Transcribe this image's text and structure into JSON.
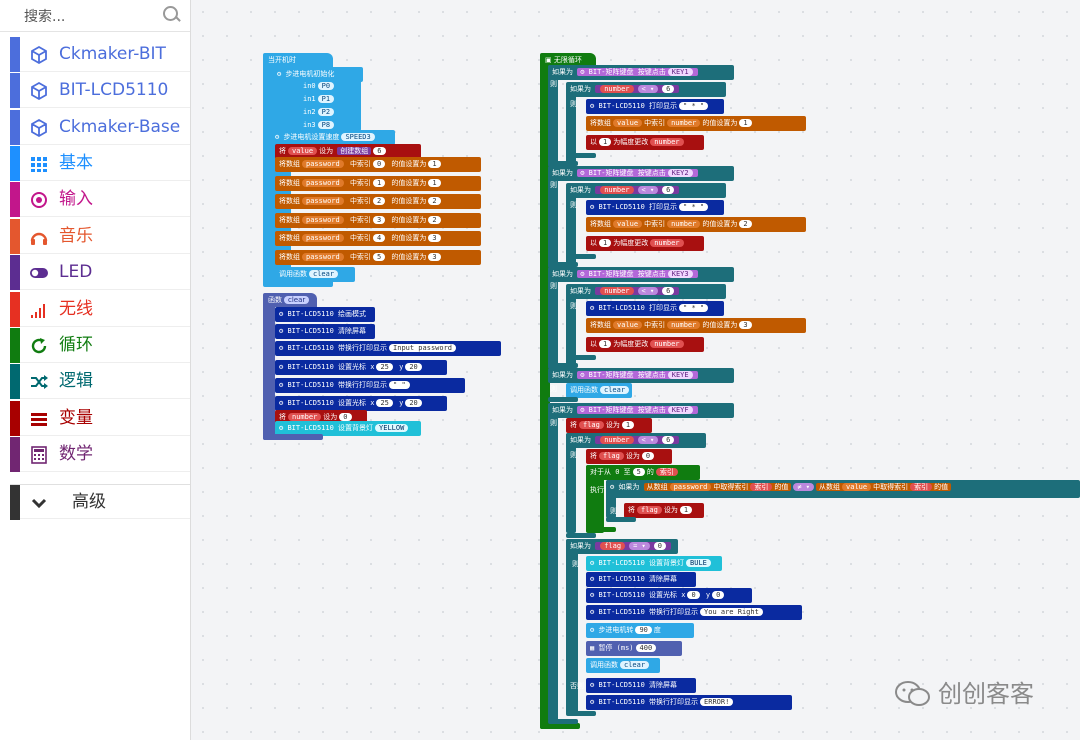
{
  "toolbox": {
    "search_placeholder": "搜索...",
    "categories": [
      {
        "label": "Ckmaker-BIT",
        "color": "#4c6edc",
        "icon": "cube-icon"
      },
      {
        "label": "BIT-LCD5110",
        "color": "#4c6edc",
        "icon": "cube-icon"
      },
      {
        "label": "Ckmaker-Base",
        "color": "#4c6edc",
        "icon": "cube-icon"
      },
      {
        "label": "基本",
        "color": "#1e90ff",
        "icon": "grid-icon"
      },
      {
        "label": "输入",
        "color": "#c2168b",
        "icon": "target-icon"
      },
      {
        "label": "音乐",
        "color": "#e4572e",
        "icon": "headphones-icon"
      },
      {
        "label": "LED",
        "color": "#5c2d91",
        "icon": "toggle-icon"
      },
      {
        "label": "无线",
        "color": "#e63022",
        "icon": "signal-icon"
      },
      {
        "label": "循环",
        "color": "#107c10",
        "icon": "refresh-icon"
      },
      {
        "label": "逻辑",
        "color": "#006970",
        "icon": "shuffle-icon"
      },
      {
        "label": "变量",
        "color": "#a80000",
        "icon": "list-icon"
      },
      {
        "label": "数学",
        "color": "#712672",
        "icon": "calculator-icon"
      },
      {
        "label": "高级",
        "color": "#333333",
        "icon": "chevron-down-icon"
      }
    ]
  },
  "onstart": {
    "hat": "当开机时",
    "init": "步进电机初始化",
    "pins": [
      {
        "k": "in0",
        "v": "P0"
      },
      {
        "k": "in1",
        "v": "P1"
      },
      {
        "k": "in2",
        "v": "P2"
      },
      {
        "k": "in3",
        "v": "P8"
      }
    ],
    "speed": {
      "label": "步进电机设置速度",
      "v": "SPEED3"
    },
    "setvar": {
      "a": "将",
      "var": "value",
      "b": "设为",
      "c": "创建数组",
      "n": "6"
    },
    "arr_rows": [
      {
        "i": "0",
        "v": "1"
      },
      {
        "i": "1",
        "v": "1"
      },
      {
        "i": "2",
        "v": "2"
      },
      {
        "i": "3",
        "v": "2"
      },
      {
        "i": "4",
        "v": "3"
      },
      {
        "i": "5",
        "v": "3"
      }
    ],
    "arr_prefix": "将数组",
    "arr_name": "password",
    "arr_mid": "中索引",
    "arr_suffix": "的值设置为",
    "call": "调用函数",
    "call_name": "clear"
  },
  "clearfn": {
    "hat": "函数",
    "name": "clear",
    "rows": [
      {
        "t": "BIT-LCD5110 绘画模式"
      },
      {
        "t": "BIT-LCD5110 清除屏幕"
      },
      {
        "t": "BIT-LCD5110 带换行打印显示",
        "s": "Input password"
      },
      {
        "t": "BIT-LCD5110 设置光标 x",
        "x": "25",
        "y": "20"
      },
      {
        "t": "BIT-LCD5110 带换行打印显示",
        "s": "\" \""
      },
      {
        "t": "BIT-LCD5110 设置光标 x",
        "x": "25",
        "y": "20"
      }
    ],
    "set": {
      "a": "将",
      "var": "number",
      "b": "设为",
      "v": "0"
    },
    "bl": {
      "t": "BIT-LCD5110 设置背景灯",
      "v": "YELLOW"
    }
  },
  "forever": {
    "hat": "无限循环",
    "if": "如果为",
    "then": "则",
    "else": "否则",
    "key_prefix": "BIT-矩阵键盘 按键点击",
    "keys": [
      "KEY1",
      "KEY2",
      "KEY3",
      "KEYE",
      "KEYF"
    ],
    "num_var": "number",
    "lt": "< ▾",
    "six": "6",
    "print": "BIT-LCD5110 打印显示",
    "star": "\" * \"",
    "arr_set": {
      "a": "将数组",
      "arr": "value",
      "mid": "中索引",
      "idx": "number",
      "suf": "的值设置为"
    },
    "vals": [
      "1",
      "2",
      "3"
    ],
    "inc": {
      "a": "以",
      "n": "1",
      "b": "为幅度更改",
      "var": "number"
    },
    "call": "调用函数",
    "call_name": "clear",
    "flag_set": {
      "a": "将",
      "var": "flag",
      "b": "设为",
      "v1": "1",
      "v0": "0"
    },
    "for": {
      "a": "对于从 0 至",
      "n": "5",
      "b": "的",
      "var": "索引",
      "do": "执行"
    },
    "cmp": {
      "a": "从数组",
      "arr1": "password",
      "b": "中取得索引",
      "idx": "索引",
      "c": "的值",
      "op": "≠ ▾",
      "arr2": "value"
    },
    "flag_eq": {
      "var": "flag",
      "op": "= ▾",
      "v": "0"
    },
    "ok_rows": [
      {
        "t": "BIT-LCD5110 设置背景灯",
        "v": "BULE"
      },
      {
        "t": "BIT-LCD5110 清除屏幕"
      },
      {
        "t": "BIT-LCD5110 设置光标 x",
        "x": "0",
        "y": "0"
      },
      {
        "t": "BIT-LCD5110 带换行打印显示",
        "s": "You are Right"
      }
    ],
    "motor": {
      "a": "步进电机转",
      "n": "90",
      "b": "度"
    },
    "pause": {
      "a": "暂停 (ms)",
      "n": "400"
    },
    "err_rows": [
      {
        "t": "BIT-LCD5110 清除屏幕"
      },
      {
        "t": "BIT-LCD5110 带换行打印显示",
        "s": "ERROR!"
      }
    ]
  },
  "watermark": {
    "text": "创创客客",
    "icon": "wechat-icon"
  }
}
